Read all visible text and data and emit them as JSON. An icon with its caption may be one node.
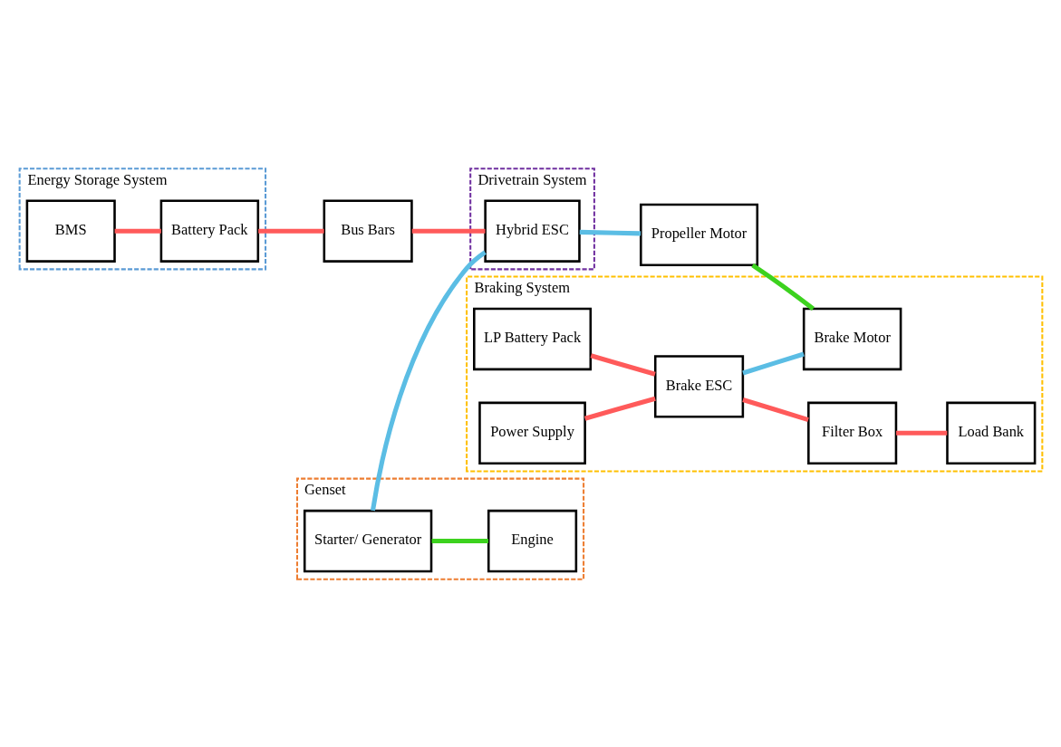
{
  "diagram": {
    "nodes": [
      {
        "text": [
          "Energy Storage System"
        ]
      },
      {
        "text": [
          "BMS"
        ],
        "in": 0
      },
      {
        "text": [
          "Battery Pack"
        ],
        "in": 0
      },
      {
        "text": [
          "Bus Bars"
        ]
      },
      {
        "text": [
          "Genset"
        ]
      },
      {
        "text": [
          "Starter/ Generator"
        ],
        "in": 4
      },
      {
        "text": [
          "Engine"
        ],
        "in": 4
      },
      {
        "text": [
          "Drivetrain System"
        ]
      },
      {
        "text": [
          "Hybrid ESC"
        ],
        "in": 7
      },
      {
        "text": [
          "Propeller Motor"
        ]
      },
      {
        "text": [
          "Braking System"
        ]
      },
      {
        "text": [
          "LP Battery Pack"
        ],
        "in": 10
      },
      {
        "text": [
          "Power Supply"
        ],
        "in": 10
      },
      {
        "text": [
          "Brake ESC"
        ],
        "in": 10
      },
      {
        "text": [
          "Brake Motor"
        ],
        "in": 10
      },
      {
        "text": [
          "Filter Box"
        ],
        "in": 10
      },
      {
        "text": [
          "Load Bank"
        ],
        "in": 10
      }
    ],
    "edges": [
      {
        "from": 1,
        "to": 2,
        "arrow": "none",
        "color": "#ff5a5a"
      },
      {
        "from": 2,
        "to": 3,
        "arrow": "none",
        "color": "#ff5a5a"
      },
      {
        "from": 3,
        "to": 8,
        "arrow": "none",
        "color": "#ff5a5a"
      },
      {
        "from": 5,
        "to": 6,
        "arrow": "none",
        "color": "#3cd21e"
      },
      {
        "from": 5,
        "to": 8,
        "arrow": "none",
        "color": "#5bbde4"
      },
      {
        "from": 8,
        "to": 9,
        "arrow": "none",
        "color": "#5bbde4"
      },
      {
        "from": 9,
        "to": 14,
        "arrow": "none",
        "color": "#3cd21e"
      },
      {
        "from": 11,
        "to": 13,
        "arrow": "none",
        "color": "#ff5a5a"
      },
      {
        "from": 12,
        "to": 13,
        "arrow": "none",
        "color": "#ff5a5a"
      },
      {
        "from": 13,
        "to": 14,
        "arrow": "none",
        "color": "#5bbde4"
      },
      {
        "from": 13,
        "to": 15,
        "arrow": "none",
        "color": "#ff5a5a"
      },
      {
        "from": 15,
        "to": 16,
        "arrow": "none",
        "color": "#ff5a5a"
      }
    ]
  }
}
